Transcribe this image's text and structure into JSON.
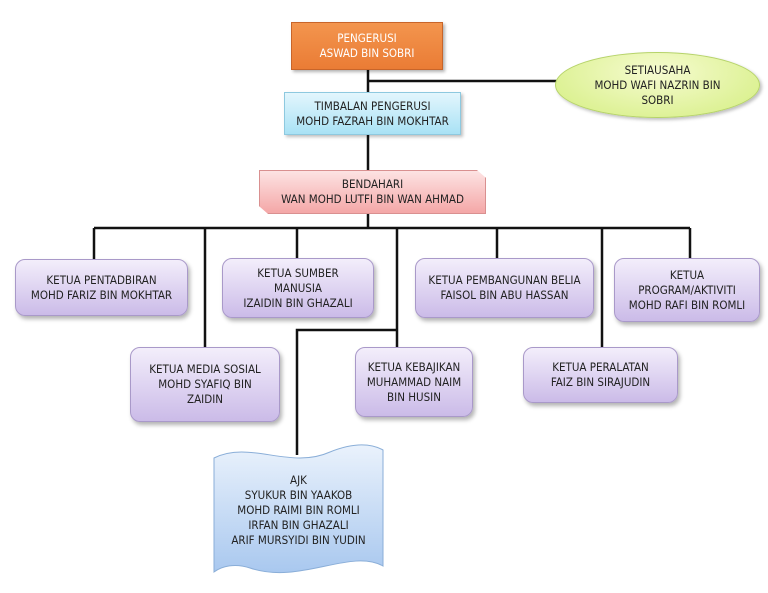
{
  "chairman": {
    "role": "PENGERUSI",
    "name": "ASWAD BIN SOBRI",
    "color": "#ea7c35"
  },
  "secretary": {
    "role": "SETIAUSAHA",
    "name1": "MOHD WAFI NAZRIN BIN",
    "name2": "SOBRI",
    "color": "#d4ee80"
  },
  "deputy": {
    "role": "TIMBALAN PENGERUSI",
    "name": "MOHD FAZRAH BIN MOKHTAR",
    "color": "#a9e2f5"
  },
  "treasurer": {
    "role": "BENDAHARI",
    "name": "WAN MOHD LUTFI BIN WAN AHMAD",
    "color": "#f4a7a7"
  },
  "heads": {
    "admin": {
      "l1": "KETUA PENTADBIRAN",
      "l2": "MOHD FARIZ BIN MOKHTAR"
    },
    "hr": {
      "l1": "KETUA SUMBER",
      "l2": "MANUSIA",
      "l3": "IZAIDIN BIN GHAZALI"
    },
    "youth": {
      "l1": "KETUA PEMBANGUNAN BELIA",
      "l2": "FAISOL BIN ABU HASSAN"
    },
    "program": {
      "l1": "KETUA",
      "l2": "PROGRAM/AKTIVITI",
      "l3": "MOHD RAFI BIN ROMLI"
    },
    "media": {
      "l1": "KETUA MEDIA SOSIAL",
      "l2": "MOHD SYAFIQ BIN",
      "l3": "ZAIDIN"
    },
    "welfare": {
      "l1": "KETUA KEBAJIKAN",
      "l2": "MUHAMMAD NAIM",
      "l3": "BIN HUSIN"
    },
    "equipment": {
      "l1": "KETUA PERALATAN",
      "l2": "FAIZ BIN SIRAJUDIN"
    }
  },
  "committee": {
    "title": "AJK",
    "members": [
      "SYUKUR BIN YAAKOB",
      "MOHD RAIMI BIN ROMLI",
      "IRFAN BIN GHAZALI",
      "ARIF MURSYIDI BIN YUDIN"
    ]
  }
}
